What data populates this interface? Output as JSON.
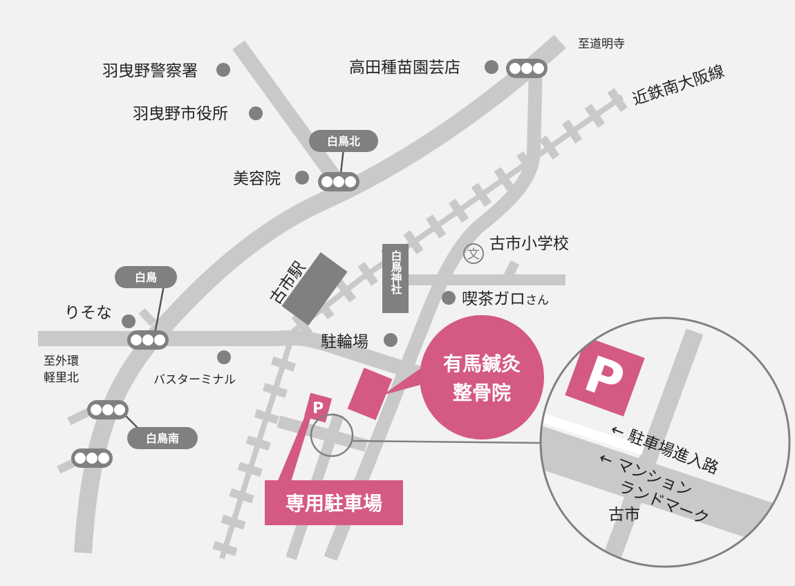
{
  "colors": {
    "background": "#f2f2f2",
    "road": "#c9c9c9",
    "marker": "#808080",
    "accent": "#d45a82"
  },
  "labels": {
    "hikino_police": "羽曳野警察署",
    "hikino_city_hall": "羽曳野市役所",
    "beauty_salon": "美容院",
    "takada_nursery": "高田種苗園芸店",
    "to_domyoji": "至道明寺",
    "kintetsu_line": "近鉄南大阪線",
    "resona": "りそな",
    "to_outer_ring": "至外環",
    "karusato_kita": "軽里北",
    "bus_terminal": "バスターミナル",
    "furuichi_station": "古市駅",
    "shiratori_shrine": "白鳥神社",
    "furuichi_elementary": "古市小学校",
    "cafe_garo": "喫茶ガロ",
    "cafe_garo_suffix": "さん",
    "bicycle_parking": "駐輪場"
  },
  "signals": {
    "shiratori_kita": "白鳥北",
    "shiratori": "白鳥",
    "shiratori_minami": "白鳥南"
  },
  "clinic": {
    "line1": "有馬鍼灸",
    "line2": "整骨院"
  },
  "parking": {
    "icon_letter": "P",
    "label": "専用駐車場"
  },
  "inset": {
    "parking_letter": "P",
    "entrance": "← 駐車場進入路",
    "mansion_line1": "← マンション",
    "mansion_line2": "ランドマーク",
    "mansion_line3": "古市"
  },
  "icons": {
    "school": "文"
  }
}
